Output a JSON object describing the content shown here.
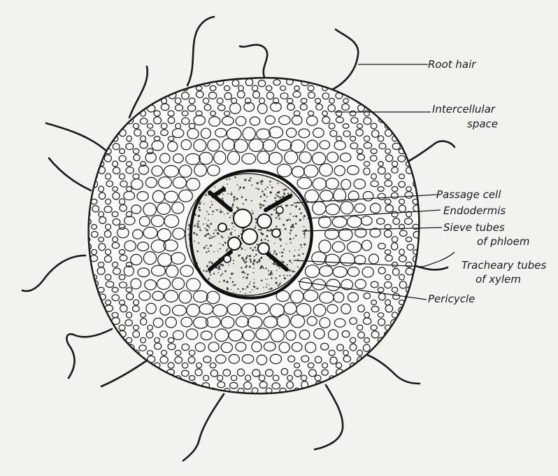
{
  "labels": {
    "root_hair": "Root hair",
    "intercellular_line1": "Intercellular",
    "intercellular_line2": "space",
    "passage_cell": "Passage cell",
    "endodermis": "Endodermis",
    "sieve_line1": "Sieve tubes",
    "sieve_line2": "of phloem",
    "tracheary_line1": "Tracheary tubes",
    "tracheary_line2": "of xylem",
    "pericycle": "Pericycle"
  },
  "colors": {
    "paper": "#f3f2ef",
    "ink": "#1a1a1a",
    "cell_fill": "#fbfaf8"
  }
}
